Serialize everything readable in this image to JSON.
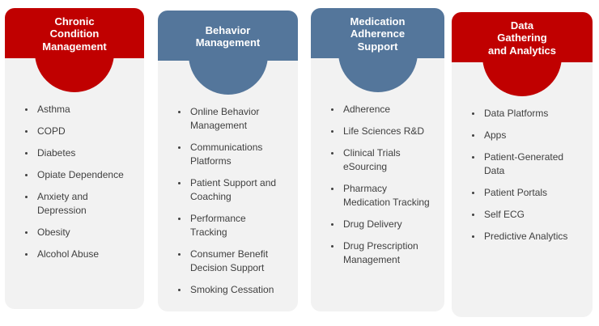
{
  "diagram": {
    "background": "#ffffff",
    "card_background": "#f2f2f2",
    "body_text_color": "#404040",
    "header_text_color": "#ffffff",
    "accent_red": "#c00000",
    "accent_blue": "#54769b",
    "columns": [
      {
        "id": "chronic-condition-management",
        "title": "Chronic\nCondition\nManagement",
        "color": "#c00000",
        "items": [
          "Asthma",
          "COPD",
          "Diabetes",
          "Opiate Dependence",
          "Anxiety and\nDepression",
          "Obesity",
          "Alcohol Abuse"
        ]
      },
      {
        "id": "behavior-management",
        "title": "Behavior\nManagement",
        "color": "#54769b",
        "items": [
          "Online Behavior\nManagement",
          "Communications\nPlatforms",
          "Patient Support and\nCoaching",
          "Performance\nTracking",
          "Consumer Benefit\nDecision Support",
          "Smoking Cessation"
        ]
      },
      {
        "id": "medication-adherence-support",
        "title": "Medication\nAdherence\nSupport",
        "color": "#54769b",
        "items": [
          "Adherence",
          "Life Sciences R&D",
          "Clinical Trials\neSourcing",
          "Pharmacy\nMedication Tracking",
          "Drug Delivery",
          "Drug Prescription\nManagement"
        ]
      },
      {
        "id": "data-gathering-and-analytics",
        "title": "Data\nGathering\nand Analytics",
        "color": "#c00000",
        "items": [
          "Data Platforms",
          "Apps",
          "Patient-Generated\nData",
          "Patient Portals",
          "Self ECG",
          "Predictive Analytics"
        ]
      }
    ]
  }
}
